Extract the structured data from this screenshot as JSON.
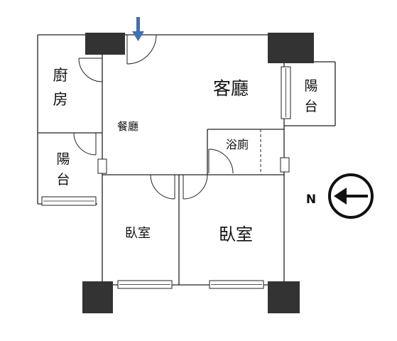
{
  "rooms": {
    "kitchen": [
      "廚",
      "房"
    ],
    "dining": "餐廳",
    "living": "客廳",
    "balcony_east": [
      "陽",
      "台"
    ],
    "balcony_west": [
      "陽",
      "台"
    ],
    "bathroom": "浴廁",
    "bedroom_small": "臥室",
    "bedroom_large": "臥室"
  },
  "compass": {
    "label": "N"
  },
  "colors": {
    "entrance_arrow": "#3F6FB5",
    "column": "#333333",
    "wall": "#222222"
  }
}
